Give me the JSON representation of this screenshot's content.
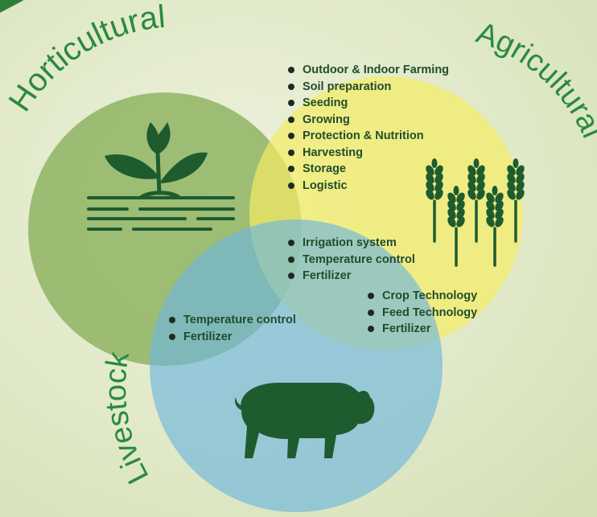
{
  "circles": {
    "horticultural": {
      "title": "Horticultural",
      "color": "#8fb463",
      "icon": "sprouting-plant-icon"
    },
    "agricultural": {
      "title": "Agricultural",
      "color": "#f4ec64",
      "icon": "wheat-stalks-icon"
    },
    "livestock": {
      "title": "Livestock",
      "color": "#70b6dc",
      "icon": "pig-icon"
    }
  },
  "label_color": "#2a8a3e",
  "icon_color": "#1e5b2f",
  "lists": {
    "agricultural": [
      "Outdoor & Indoor Farming",
      "Soil preparation",
      "Seeding",
      "Growing",
      "Protection & Nutrition",
      "Harvesting",
      "Storage",
      "Logistic"
    ],
    "center": [
      "Irrigation system",
      "Temperature control",
      "Fertilizer"
    ],
    "agri_livestock": [
      "Crop Technology",
      "Feed Technology",
      "Fertilizer"
    ],
    "horti_livestock": [
      "Temperature control",
      "Fertilizer"
    ]
  }
}
